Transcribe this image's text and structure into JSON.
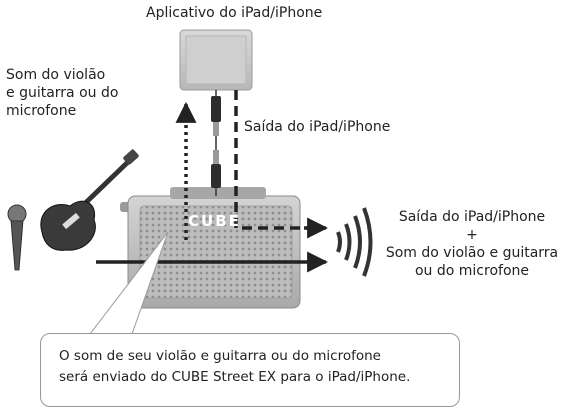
{
  "labels": {
    "app_title": "Aplicativo do iPad/iPhone",
    "left_source": [
      "Som do violão",
      "e guitarra ou do",
      "microfone"
    ],
    "ipad_output": "Saída do iPad/iPhone",
    "right_output": [
      "Saída do iPad/iPhone",
      "+",
      "Som do violão e guitarra",
      "ou do microfone"
    ]
  },
  "amp": {
    "logo": "CUBE"
  },
  "callout": {
    "lines": [
      "O som de seu violão e guitarra ou do microfone",
      "será enviado do CUBE Street EX para o iPad/iPhone."
    ]
  },
  "colors": {
    "arrow": "#222222",
    "device_gray": "#c8c8c8",
    "amp_gray": "#b9b9b9"
  },
  "icons": [
    "tablet-icon",
    "audio-cable-icon",
    "amplifier-icon",
    "guitar-icon",
    "microphone-icon",
    "speaker-waves-icon"
  ]
}
